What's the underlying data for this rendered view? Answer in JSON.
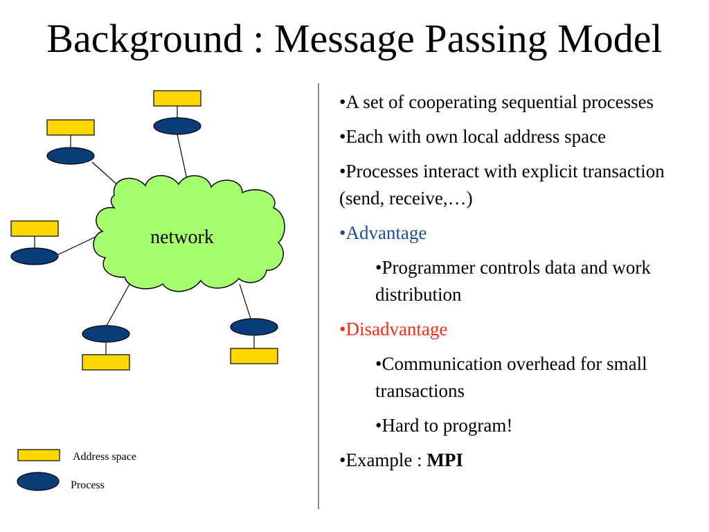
{
  "title": "Background : Message Passing Model",
  "diagram": {
    "network_label": "network",
    "legend": {
      "address_space": "Address space",
      "process": "Process"
    }
  },
  "colors": {
    "address_space_fill": "#ffd700",
    "process_fill": "#0b3c7a",
    "network_fill": "#a6ff6e",
    "advantage_text": "#1d4f8c",
    "disadvantage_text": "#ff2a14"
  },
  "bullets": {
    "b1": "•A set of cooperating sequential processes",
    "b2": "•Each with own local address space",
    "b3": "•Processes interact with explicit transaction (send, receive,…)",
    "b4": "•Advantage",
    "b5": "•Programmer controls data and work distribution",
    "b6": "•Disadvantage",
    "b7": "•Communication overhead for small transactions",
    "b8": "•Hard to program!",
    "b9_prefix": "•Example : ",
    "b9_strong": "MPI"
  }
}
